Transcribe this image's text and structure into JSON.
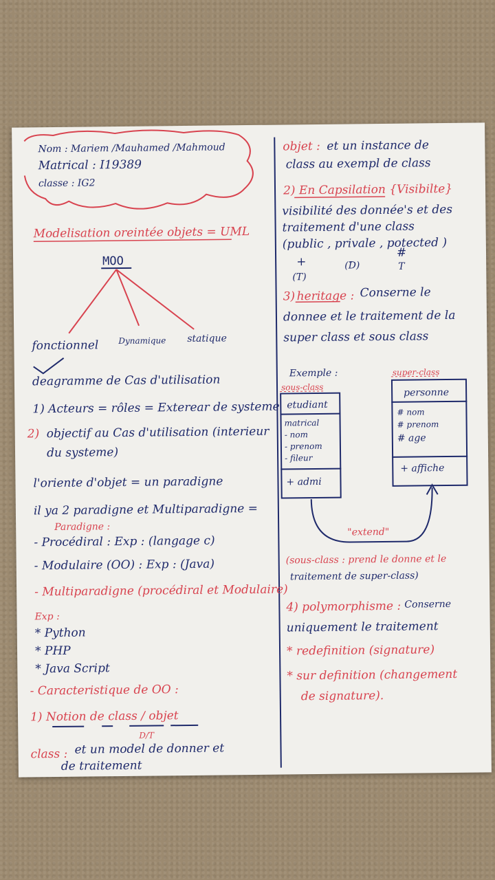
{
  "header": {
    "nom": "Nom : Mariem /Mauhamed /Mahmoud",
    "matricule": "Matrical : I19389",
    "classe": "classe : IG2"
  },
  "title": "Modelisation oreintée objets = UML",
  "tree": {
    "root": "MOO",
    "children": [
      "fonctionnel",
      "Dynamique",
      "statique"
    ]
  },
  "left": {
    "diagram": "deagramme de Cas d'utilisation",
    "acteurs": "1) Acteurs = rôles = Exterear de systeme",
    "objectif_num": "2)",
    "objectif_a": "objectif au Cas d'utilisation (interieur",
    "objectif_b": "du systeme)",
    "paradigme": "l'oriente d'objet = un paradigne",
    "il_ya": "il ya 2 paradigne et Multiparadigne =",
    "paradigne_label": "Paradigne :",
    "procedural": "- Procédiral : Exp : (langage c)",
    "modulaire": "- Modulaire (OO) : Exp : (Java)",
    "multi": "- Multiparadigne (procédiral et Modulaire)",
    "exp": "Exp :",
    "langs": [
      "* Python",
      "* PHP",
      "* Java Script"
    ],
    "caract": "- Caracteristique de OO :",
    "notion": "1) Notion de class / objet",
    "dt": "D/T",
    "class_def_label": "class :",
    "class_def": "et un model de donner et",
    "class_def2": "de traitement"
  },
  "right": {
    "objet_label": "objet :",
    "objet_def": "et un instance de",
    "objet_def2": "class au exempl de class",
    "encaps": "2) En Capsilation {Visibilte}",
    "vis1": "visibilité des donnée's et des",
    "vis2": "traitement d'une class",
    "vis3": "(public , privale , potected )",
    "sym_public": "+",
    "sym_private": "-",
    "sym_protected": "#",
    "vis_t": "(T)",
    "vis_d": "(D)",
    "vis_tt": "T",
    "heritage_num": "3)",
    "heritage": "heritage :",
    "heritage_def": "Conserne le",
    "heritage_def2": "donnee et le traitement de la",
    "heritage_def3": "super class et sous class",
    "exemple": "Exemple :",
    "sous_class_label": "sous-class",
    "super_class_label": "super-class",
    "etudiant": {
      "name": "etudiant",
      "attrs": [
        "matrical",
        "- nom",
        "- prenom",
        "- fileur"
      ],
      "ops": [
        "+ admi"
      ]
    },
    "personne": {
      "name": "personne",
      "attrs": [
        "# nom",
        "# prenom",
        "# age"
      ],
      "ops": [
        "+ affiche"
      ]
    },
    "extend": "\"extend\"",
    "sous_class_note": "(sous-class : prend le donne et le",
    "sous_class_note2": "traitement de super-class)",
    "poly": "4) polymorphisme :",
    "poly_def": "Conserne",
    "poly_def2": "uniquement le traitement",
    "redef": "* redefinition (signature)",
    "surdef": "* sur definition (changement",
    "surdef2": "de signature)."
  }
}
